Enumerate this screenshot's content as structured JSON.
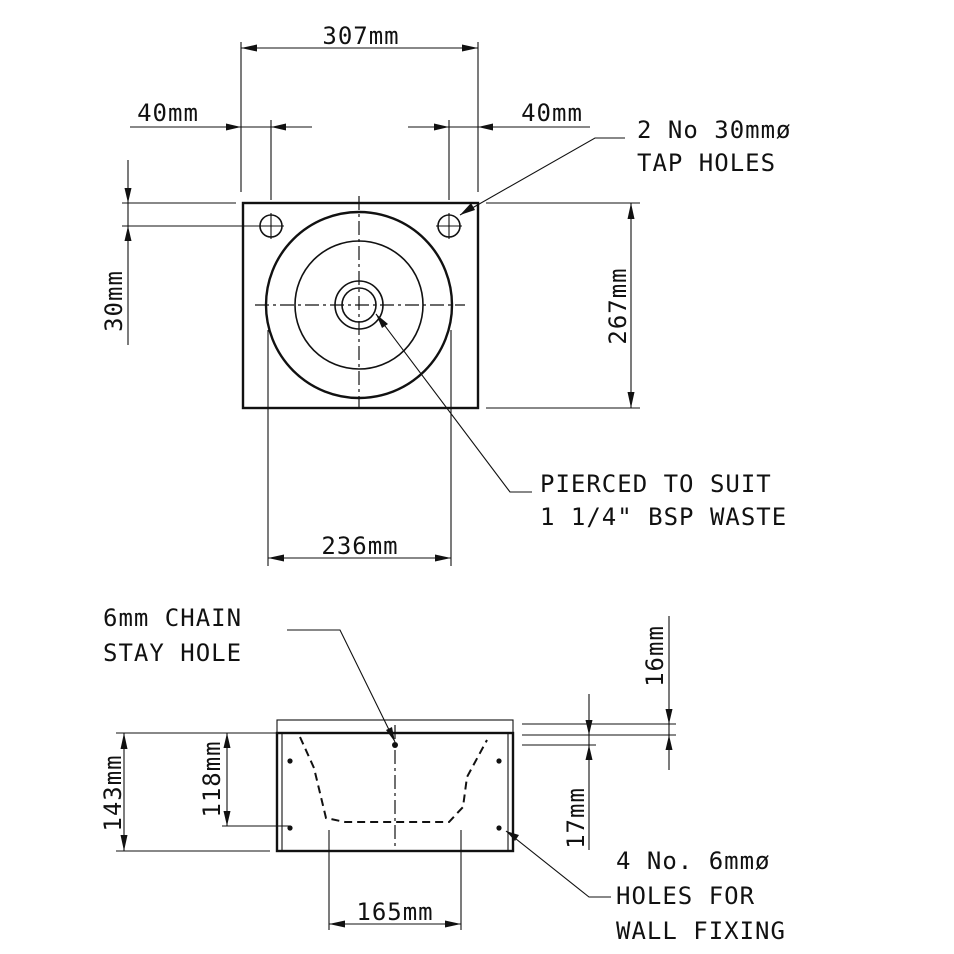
{
  "plan": {
    "overall_width": "307mm",
    "tap_offset_left": "40mm",
    "tap_offset_right": "40mm",
    "tap_offset_top": "30mm",
    "depth": "267mm",
    "bowl_width": "236mm",
    "tap_note": [
      "2 No 30mmø",
      "TAP HOLES"
    ],
    "waste_note": [
      "PIERCED TO SUIT",
      "1 1/4\" BSP WASTE"
    ]
  },
  "elevation": {
    "chain_note": [
      "6mm CHAIN",
      "STAY HOLE"
    ],
    "upstand": "16mm",
    "overall_height": "143mm",
    "bowl_depth": "118mm",
    "lip": "17mm",
    "base_width": "165mm",
    "fixing_note": [
      "4 No. 6mmø",
      "HOLES FOR",
      "WALL FIXING"
    ]
  }
}
